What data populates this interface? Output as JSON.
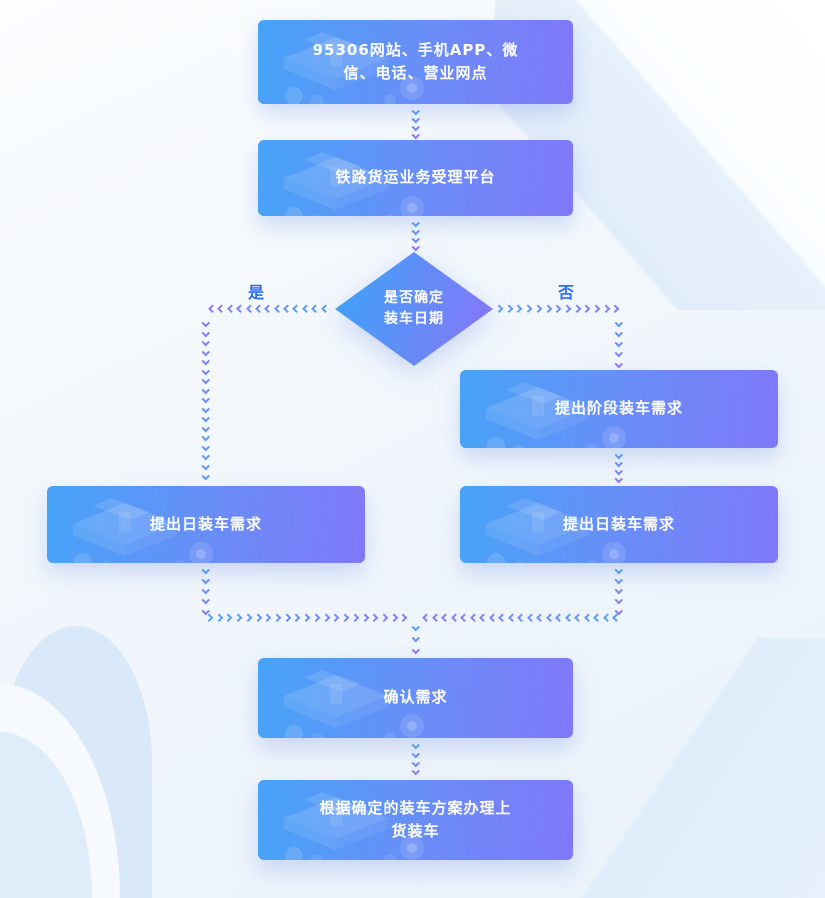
{
  "colors": {
    "box_gradient_start": "#47a3f7",
    "box_gradient_end": "#7f78f8",
    "arrow_blue": "#58a0f4",
    "arrow_purple": "#8d7bf2",
    "branch_label": "#2e6ff2",
    "background": "#eef4fb"
  },
  "nodes": {
    "entry": {
      "label": "95306网站、手机APP、微信、电话、营业网点"
    },
    "platform": {
      "label": "铁路货运业务受理平台"
    },
    "decision": {
      "label_line1": "是否确定",
      "label_line2": "装车日期"
    },
    "branch_yes": {
      "label": "是"
    },
    "branch_no": {
      "label": "否"
    },
    "stage_demand": {
      "label": "提出阶段装车需求"
    },
    "daily_demand_left": {
      "label": "提出日装车需求"
    },
    "daily_demand_right": {
      "label": "提出日装车需求"
    },
    "confirm_demand": {
      "label": "确认需求"
    },
    "final_loading": {
      "label": "根据确定的装车方案办理上货装车"
    }
  },
  "icons": {
    "box_illustration": "isometric-machine-illustration"
  }
}
